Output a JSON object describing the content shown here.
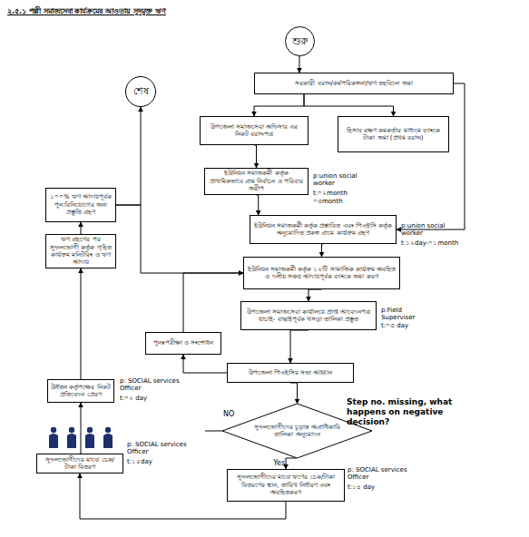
{
  "diagram": {
    "title": "২.৫.১ পল্লী সমাজসেবা কার্যক্রমের আওতায় সুদমুক্ত ঋণ",
    "nodes": [
      {
        "text": [
          "শুরু"
        ]
      },
      {
        "text": [
          "সরকারী বরাদ্দ/কর্মপরিকল্পনা/ঋণ তহবিলে জমা"
        ]
      },
      {
        "text": [
          "শেষ"
        ]
      },
      {
        "text": [
          "উপজেলা সমাজসেবা অফিসার এর নিকট বরাদ্দপত্র"
        ]
      },
      {
        "text": [
          "হিসাব রক্ষণ কমকর্তার মাধ্যমে ব্যাংকে টাকা জমা (প্রথম বরাদ্দ)"
        ]
      },
      {
        "text": [
          "ইউনিয়ন সমাজকর্মী কর্তৃক প্রাথমিকভাবে গ্রাম নির্বাচন ও পরিবার জরীপ"
        ]
      },
      {
        "text": [
          "১০০% ঋণ আদায়পূর্বক পুন:বিনিয়োগের জন্য প্রস্তুতি গ্রহণ"
        ]
      },
      {
        "text": [
          "ইউনিয়ন সমাজকর্মী কর্তৃক প্রস্তাবিত এবং পিএইসি কর্তৃক অনুমোদিত প্রকল্প গ্রামে কার্যক্রম গ্রহণ"
        ]
      },
      {
        "text": [
          "ঋণ গ্রহণের পর সুফলভোগী কর্তৃক গৃহিত কার্যক্রম মনিটরিং ও ঋণ আদায়"
        ]
      },
      {
        "text": [
          "ইউনিয়ন সমাজকর্মী কর্তৃক ১২টি সামাজিক কার্যক্রম অবহিত ও দলীয় সঞ্চয় আদায়পূর্বক ব্যাংকে জমা করণ"
        ]
      },
      {
        "text": [
          "উপজেলা সমাজসেবা কার্যালয়ে প্রাপ্ত আবেদনপত্র যাচাই- বাছাইপূর্বক খসড়া তালিকা প্রস্তুত"
        ]
      },
      {
        "text": [
          "পুনঃপরীক্ষা ও সংশোধন"
        ]
      },
      {
        "text": [
          "উপজেলা পিএইসির সভা আহ্বান"
        ]
      },
      {
        "text": [
          "উর্ধতন কর্তৃপক্ষের নিকট প্রতিবেদন প্রেরণ"
        ]
      },
      {
        "text": [
          "সুফলভোগীদের চূড়ান্ত অগ্রাধিকারি তালিকা অনুমোদন"
        ]
      },
      {
        "text": [
          "সুফলভোগীদের মাঝে ঋণের চেক/টাকা বিতরণের স্থান, তারিখ নির্ধারণ এবং অবহিতকরণ"
        ]
      },
      {
        "text": [
          "সুফলভোগীদের মাঝে চেক/টাকা বিতরণ"
        ]
      }
    ],
    "edges": [
      {
        "from": 0,
        "to": 1,
        "arrow": "to"
      },
      {
        "from": 1,
        "to": 3,
        "arrow": "to"
      },
      {
        "from": 1,
        "to": 4,
        "arrow": "to"
      },
      {
        "from": 1,
        "to": 7,
        "arrow": "to"
      },
      {
        "from": 3,
        "to": 5,
        "arrow": "to"
      },
      {
        "from": 5,
        "to": 7,
        "arrow": "to"
      },
      {
        "from": 7,
        "to": 9,
        "arrow": "to"
      },
      {
        "from": 9,
        "to": 10,
        "arrow": "to"
      },
      {
        "from": 10,
        "to": 12,
        "arrow": "to"
      },
      {
        "from": 12,
        "to": 11,
        "arrow": "to"
      },
      {
        "from": 11,
        "to": 9,
        "arrow": "to"
      },
      {
        "from": 6,
        "to": 9,
        "arrow": "to"
      },
      {
        "from": 6,
        "to": 2,
        "arrow": "to"
      },
      {
        "from": 12,
        "to": 14,
        "arrow": "to"
      },
      {
        "from": 14,
        "to": 15,
        "label": "Yes",
        "arrow": "to"
      },
      {
        "from": 15,
        "to": 16,
        "arrow": "to"
      },
      {
        "from": 16,
        "to": 13,
        "arrow": "to"
      },
      {
        "from": 13,
        "to": 8,
        "arrow": "to"
      },
      {
        "from": 8,
        "to": 6,
        "arrow": "to"
      }
    ],
    "labels": [
      "p:union social worker",
      "t:০২month",
      "০৩month",
      "p:union social worker",
      "t:১২day-০১month",
      "p:Field Superviser",
      "t:০৩ day",
      "p: SOCIAL services Officer",
      "t:০২ day",
      "NO",
      "Step no. missing, what happens on negative decision?",
      "p: SOCIAL services Officer",
      "t:১৪ day",
      "p: SOCIAL services Officer",
      "t:১৫day"
    ]
  }
}
